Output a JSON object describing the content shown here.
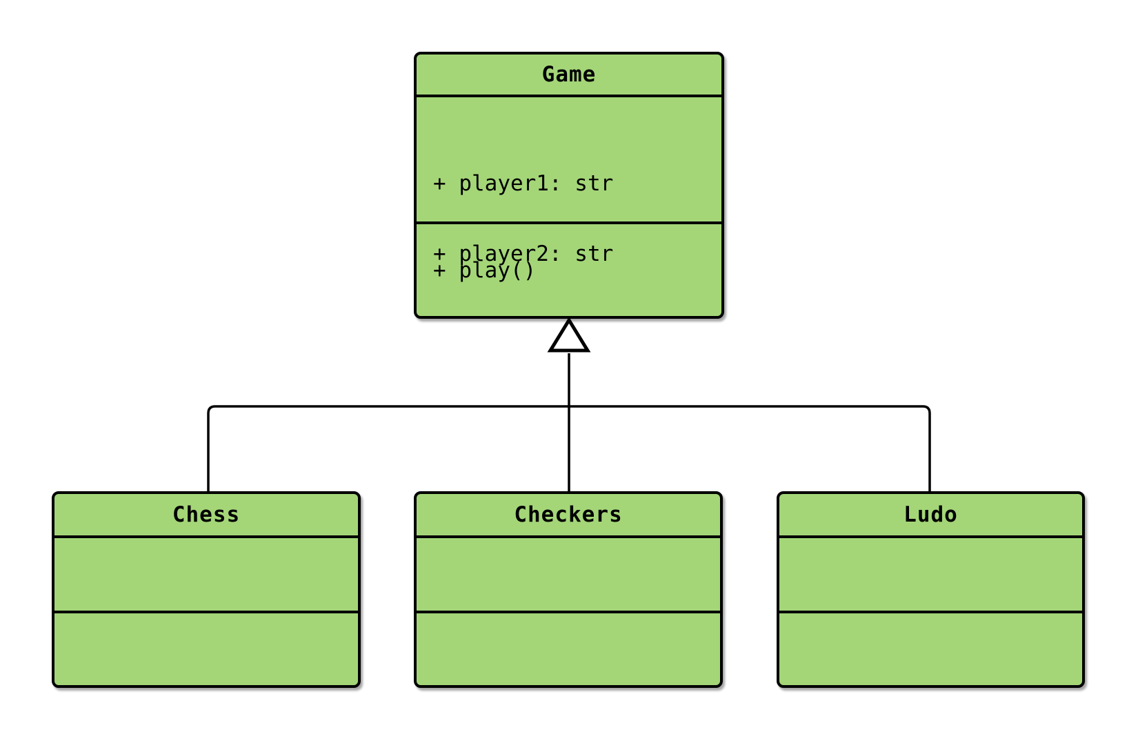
{
  "diagram": {
    "kind": "uml-class-diagram",
    "colors": {
      "class_fill": "#a4d678",
      "stroke": "#000000",
      "background": "#ffffff"
    },
    "classes": [
      {
        "name": "Game",
        "attributes": [
          "+ player1: str",
          "+ player2: str"
        ],
        "methods": [
          "+ play()"
        ]
      },
      {
        "name": "Chess",
        "attributes": [],
        "methods": []
      },
      {
        "name": "Checkers",
        "attributes": [],
        "methods": []
      },
      {
        "name": "Ludo",
        "attributes": [],
        "methods": []
      }
    ],
    "relations": [
      {
        "type": "inheritance",
        "from": "Chess",
        "to": "Game"
      },
      {
        "type": "inheritance",
        "from": "Checkers",
        "to": "Game"
      },
      {
        "type": "inheritance",
        "from": "Ludo",
        "to": "Game"
      }
    ]
  }
}
